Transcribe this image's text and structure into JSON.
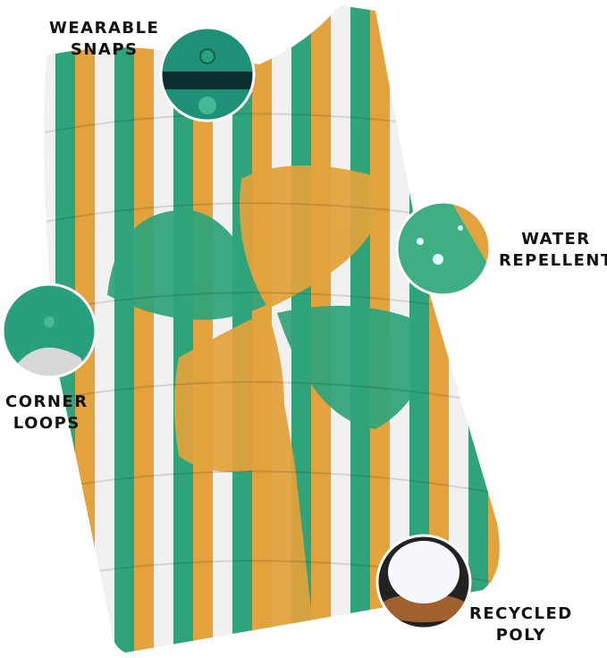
{
  "features": [
    {
      "line1": "WEARABLE",
      "line2": "SNAPS",
      "icon": "snap-button-closeup"
    },
    {
      "line1": "WATER",
      "line2": "REPELLENT",
      "icon": "water-droplets-closeup"
    },
    {
      "line1": "CORNER",
      "line2": "LOOPS",
      "icon": "corner-loop-closeup"
    },
    {
      "line1": "RECYCLED",
      "line2": "POLY",
      "icon": "poly-fill-closeup"
    }
  ],
  "colors": {
    "green": "#2fa47a",
    "orange": "#e3a23c",
    "white": "#f2f2f2",
    "text": "#111111"
  }
}
